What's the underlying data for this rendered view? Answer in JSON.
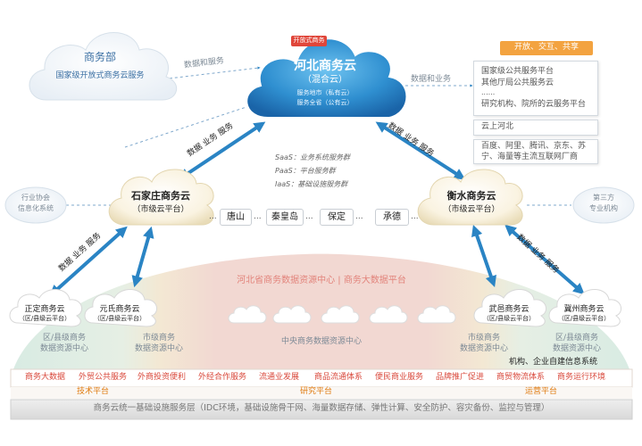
{
  "top_cloud": {
    "badge": "开放式商务",
    "title": "河北商务云",
    "subtitle": "（混合云）",
    "line1": "服务地市（私有云）",
    "line2": "服务全省（公有云）"
  },
  "ministry": {
    "title": "商务部",
    "subtitle": "国家级开放式商务云服务"
  },
  "labels": {
    "data_and_service_top": "数据和服务",
    "data_and_business_right": "数据和业务",
    "data_business_service": "数据  业务  服务"
  },
  "right_panel": {
    "header": "开放、交互、共享",
    "box1": [
      "国家级公共服务平台",
      "其他厅局公共服务云",
      "......",
      "研究机构、院所的云服务平台"
    ],
    "box2": "云上河北",
    "box3": [
      "百度、阿里、腾讯、京东、苏",
      "宁、海量等主流互联网厂商"
    ]
  },
  "saas_stack": [
    "SaaS：业务系统服务群",
    "PaaS：平台服务群",
    "IaaS：基础设施服务群"
  ],
  "city_clouds": {
    "left": {
      "title": "石家庄商务云",
      "subtitle": "（市级云平台）"
    },
    "right": {
      "title": "衡水商务云",
      "subtitle": "（市级云平台）"
    }
  },
  "cities": [
    "唐山",
    "秦皇岛",
    "保定",
    "承德"
  ],
  "side_bubbles": {
    "left": [
      "行业协会",
      "信息化系统"
    ],
    "right": [
      "第三方",
      "专业机构"
    ]
  },
  "county_clouds": [
    {
      "title": "正定商务云",
      "subtitle": "（区/县级云平台）"
    },
    {
      "title": "元氏商务云",
      "subtitle": "（区/县级云平台）"
    },
    {
      "title": "武邑商务云",
      "subtitle": "（区/县级云平台）"
    },
    {
      "title": "冀州商务云",
      "subtitle": "（区/县级云平台）"
    }
  ],
  "dome": {
    "center_title": "河北省商务数据资源中心 | 商务大数据平台",
    "left_outer": [
      "区/县级商务",
      "数据资源中心"
    ],
    "left_inner": [
      "市级商务",
      "数据资源中心"
    ],
    "center": "中央商务数据资源中心",
    "right_inner": [
      "市级商务",
      "数据资源中心"
    ],
    "right_outer": [
      "区/县级商务",
      "数据资源中心"
    ],
    "enterprise": "机构、企业自建信息系统"
  },
  "services_bar": [
    "商务大数据",
    "外贸公共服务",
    "外商投资便利",
    "外经合作服务",
    "流通业发展",
    "商品流通体系",
    "便民商业服务",
    "品牌推广促进",
    "商贸物流体系",
    "商务运行环境"
  ],
  "platforms": {
    "tech": "技术平台",
    "research": "研究平台",
    "ops": "运营平台"
  },
  "base_layer": "商务云统一基础设施服务层（IDC环境，基础设施骨干网、海量数据存储、弹性计算、安全防护、容灾备份、监控与管理）",
  "colors": {
    "cloud_blue": "#2f8fd0",
    "arrow_blue": "#2a84c4",
    "red_text": "#d9483b",
    "orange_text": "#e07b10",
    "cloud_cream": "#f6eed7",
    "dome_pink": "#f2d8d2",
    "dome_cream": "#f3e8d3",
    "dome_green": "#dbece4"
  }
}
